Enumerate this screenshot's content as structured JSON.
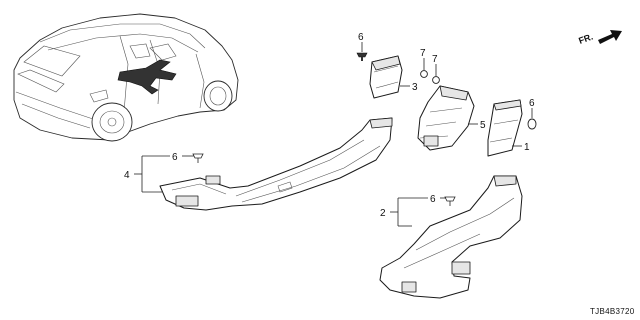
{
  "callouts": {
    "part_1": "1",
    "part_2": "2",
    "part_3": "3",
    "part_4": "4",
    "part_5": "5",
    "clip_6a": "6",
    "clip_6b": "6",
    "clip_6c": "6",
    "clip_6d": "6",
    "nut_7a": "7",
    "nut_7b": "7"
  },
  "front_indicator": "FR.",
  "diagram_code": "TJB4B3720",
  "icons": {
    "front_arrow": "arrow-up-right-icon",
    "vehicle": "suv-rear-three-quarter-icon"
  },
  "colors": {
    "line": "#222222",
    "highlight": "#333333",
    "background": "#ffffff"
  }
}
